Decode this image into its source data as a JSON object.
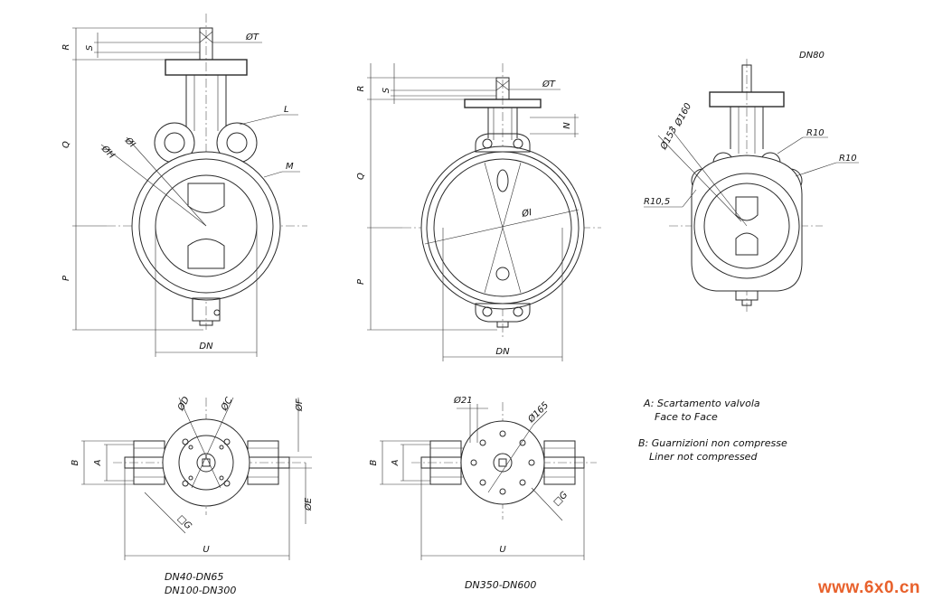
{
  "labels": {
    "R": "R",
    "S": "S",
    "OT": "ØT",
    "Q": "Q",
    "P": "P",
    "OH": "ØH",
    "OI": "ØI",
    "L": "L",
    "M": "M",
    "DN": "DN",
    "N": "N",
    "DN80": "DN80",
    "O160": "Ø160",
    "O153": "Ø153",
    "R10": "R10",
    "R10_5": "R10,5",
    "OD": "ØD",
    "OC": "ØC",
    "OF": "ØF",
    "OE": "ØE",
    "A": "A",
    "B": "B",
    "U": "U",
    "G": "□G",
    "O21": "Ø21",
    "O165": "Ø165"
  },
  "notes": {
    "a_it": "A: Scartamento valvola",
    "a_en": "Face to Face",
    "b_it": "B: Guarnizioni non compresse",
    "b_en": "Liner not compressed"
  },
  "captions": {
    "small1": "DN40-DN65",
    "small2": "DN100-DN300",
    "large": "DN350-DN600"
  },
  "watermark": "www.6x0.cn",
  "colors": {
    "watermark": "#e8612c"
  }
}
